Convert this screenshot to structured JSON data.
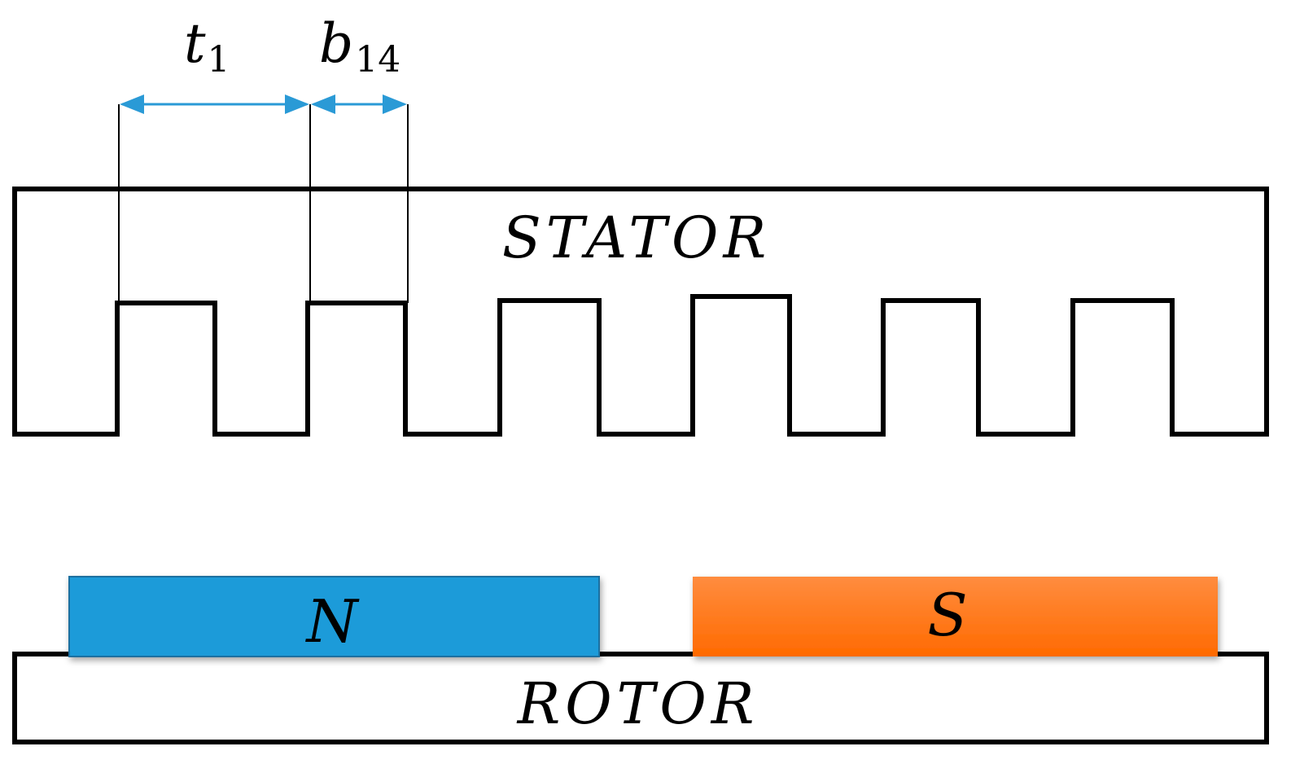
{
  "labels": {
    "stator": "STATOR",
    "rotor": "ROTOR",
    "north": "N",
    "south": "S"
  },
  "dimensions": {
    "t1": {
      "base": "t",
      "sub": "1"
    },
    "b14": {
      "base": "b",
      "sub": "14"
    }
  },
  "colors": {
    "outline": "#000000",
    "dimension_arrow": "#2a9ad6",
    "north_magnet": "#1e9bd9",
    "south_magnet_top": "#ff8c3f",
    "south_magnet_bottom": "#ff6a00"
  }
}
